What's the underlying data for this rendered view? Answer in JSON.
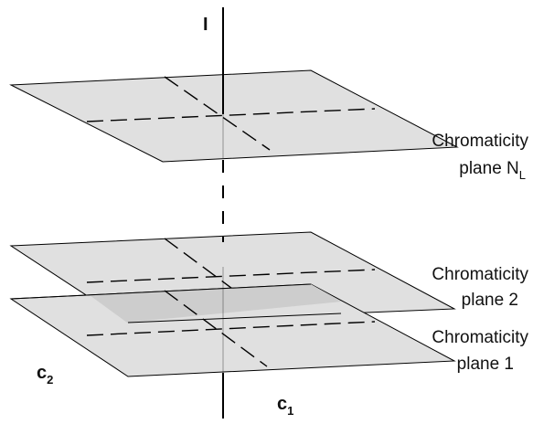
{
  "axes": {
    "vertical": "I",
    "c1": {
      "letter": "c",
      "sub": "1"
    },
    "c2": {
      "letter": "c",
      "sub": "2"
    }
  },
  "planes": [
    {
      "line1": "Chromaticity",
      "line2": "plane N",
      "sub": "L"
    },
    {
      "line1": "Chromaticity",
      "line2": "plane 2",
      "sub": ""
    },
    {
      "line1": "Chromaticity",
      "line2": "plane 1",
      "sub": ""
    }
  ],
  "colors": {
    "plane_fill": "#e0e0e0",
    "overlap_fill": "#cdcdcd",
    "lines": "#000000"
  }
}
